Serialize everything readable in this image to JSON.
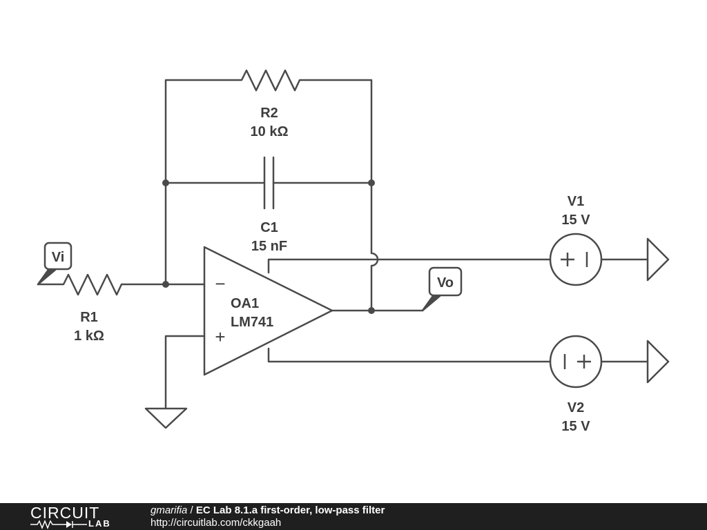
{
  "components": {
    "r1": {
      "name": "R1",
      "value": "1 kΩ"
    },
    "r2": {
      "name": "R2",
      "value": "10 kΩ"
    },
    "c1": {
      "name": "C1",
      "value": "15 nF"
    },
    "oa1": {
      "name": "OA1",
      "model": "LM741",
      "minus": "−",
      "plus": "+"
    },
    "v1": {
      "name": "V1",
      "value": "15 V"
    },
    "v2": {
      "name": "V2",
      "value": "15 V"
    }
  },
  "nets": {
    "input": "Vi",
    "output": "Vo"
  },
  "footer": {
    "logo_top": "CIRCUIT",
    "logo_bottom": "LAB",
    "author": "gmarifia",
    "separator": " / ",
    "title": "EC Lab 8.1.a first-order, low-pass filter",
    "url": "http://circuitlab.com/ckkgaah"
  },
  "colors": {
    "wire": "#4a4a4a",
    "footer_bg": "#1f1f1f",
    "text": "#3d3d3d"
  }
}
